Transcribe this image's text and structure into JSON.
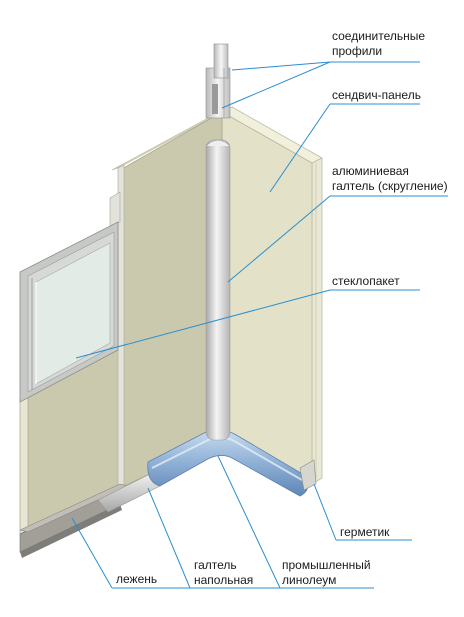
{
  "labels": {
    "connecting_profiles": "соединительные\nпрофили",
    "sandwich_panel": "сендвич-панель",
    "aluminum_fillet": "алюминиевая\nгалтель (скругление)",
    "glass_unit": "стеклопакет",
    "sealant": "герметик",
    "industrial_linoleum": "промышленный\nлинолеум",
    "floor_fillet": "галтель\nнапольная",
    "beam": "лежень"
  },
  "colors": {
    "leader_line": "#2a8fd0",
    "panel_face": "#cfcdb4",
    "panel_face_light": "#e6e4cf",
    "panel_edge": "#eeeee0",
    "glass": "#e3ece6",
    "frame": "#c9cbc8",
    "fillet": "#c8c8c8",
    "linoleum": "#8fb0d6",
    "base": "#9a9a94"
  }
}
